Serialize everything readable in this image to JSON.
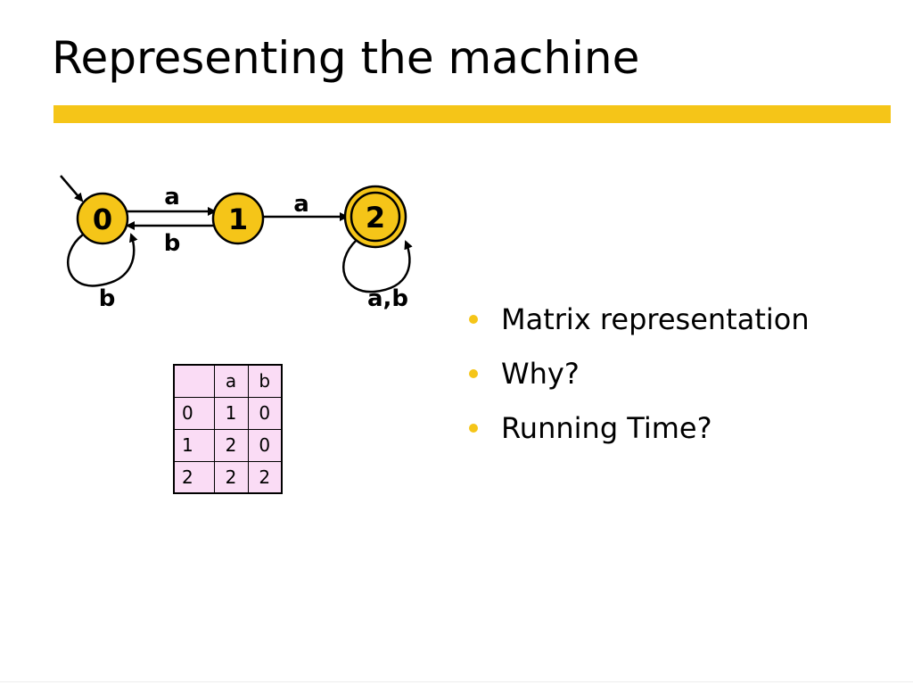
{
  "slide": {
    "title": "Representing the machine",
    "accent_color": "#f5c518",
    "cell_color": "#fadcf5"
  },
  "diagram": {
    "states": [
      {
        "label": "0",
        "start": true,
        "accepting": false
      },
      {
        "label": "1",
        "start": false,
        "accepting": false
      },
      {
        "label": "2",
        "start": false,
        "accepting": true
      }
    ],
    "edges": [
      {
        "from": "0",
        "to": "1",
        "label": "a"
      },
      {
        "from": "1",
        "to": "0",
        "label": "b"
      },
      {
        "from": "1",
        "to": "2",
        "label": "a"
      },
      {
        "from": "0",
        "to": "0",
        "label": "b"
      },
      {
        "from": "2",
        "to": "2",
        "label": "a,b"
      }
    ]
  },
  "matrix": {
    "header": [
      "",
      "a",
      "b"
    ],
    "rows": [
      [
        "0",
        "1",
        "0"
      ],
      [
        "1",
        "2",
        "0"
      ],
      [
        "2",
        "2",
        "2"
      ]
    ]
  },
  "bullets": [
    "Matrix representation",
    "Why?",
    "Running Time?"
  ]
}
